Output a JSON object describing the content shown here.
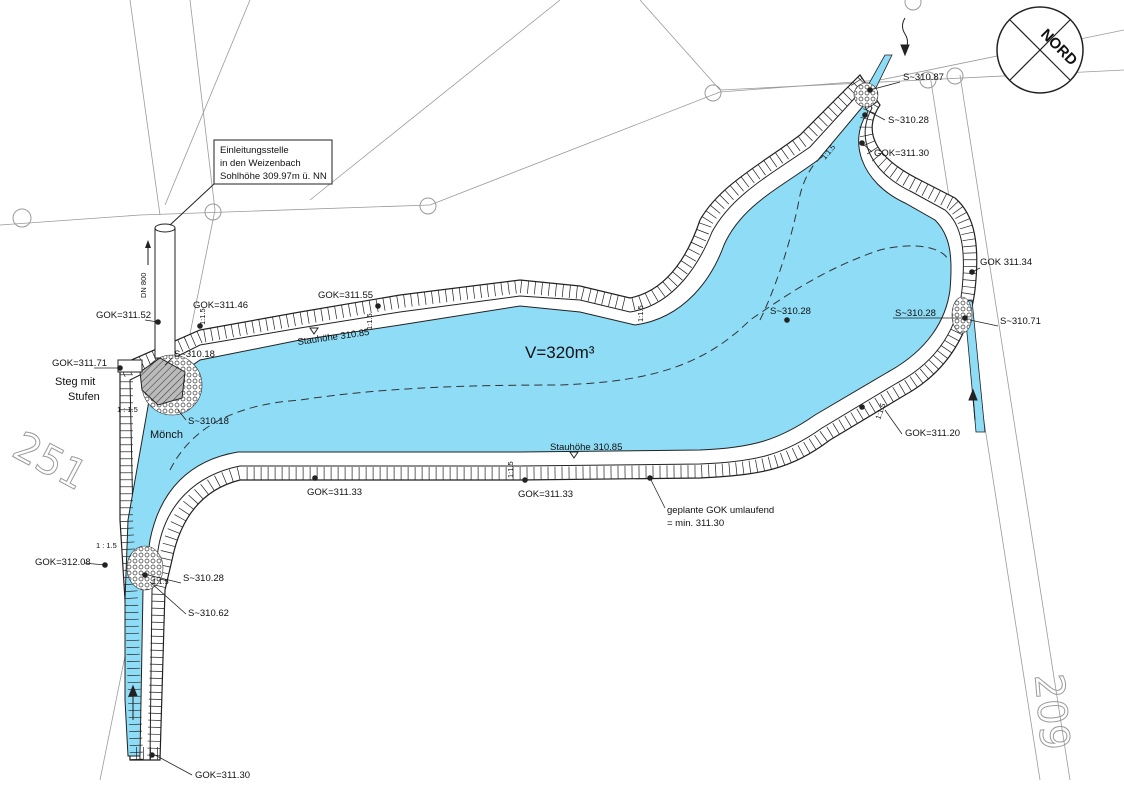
{
  "north_label": "NORD",
  "volume_label": "V=320m³",
  "discharge_note": [
    "Einleitungsstelle",
    "in den Weizenbach",
    "Sohlhöhe 309.97m ü. NN"
  ],
  "pipe_label": "DN 800",
  "parcels": [
    "251",
    "209"
  ],
  "structures": {
    "steg": [
      "Steg mit",
      "Stufen"
    ],
    "moench": "Mönch"
  },
  "storage_levels": [
    "Stauhöhe 310.85",
    "Stauhöhe 310.85"
  ],
  "gok_labels": {
    "gok_1": "GOK=311.52",
    "gok_2": "GOK=311.46",
    "gok_3": "GOK=311.55",
    "gok_4": "GOK=311.71",
    "gok_5": "GOK=311.33",
    "gok_6": "GOK=311.33",
    "gok_7": "GOK=312.08",
    "gok_8": "GOK=311.30",
    "gok_9": "GOK=311.30",
    "gok_10": "GOK 311.34",
    "gok_11": "GOK=311.20"
  },
  "sole_labels": {
    "s_1": "S~310.87",
    "s_2": "S~310.28",
    "s_3": "S~310.18",
    "s_4": "S~310.18",
    "s_5": "S~310.28",
    "s_6": "S~310.28",
    "s_7": "S~310.71",
    "s_8": "S~310.28",
    "s_9": "S~310.62"
  },
  "slope_label": "1 : 1.5",
  "slope_label_short": "1:1.5",
  "planned_note": [
    "geplante GOK umlaufend",
    "= min. 311.30"
  ],
  "colors": {
    "water": "#8fdcf6",
    "line": "#222222",
    "grid": "#9a9a9a"
  }
}
